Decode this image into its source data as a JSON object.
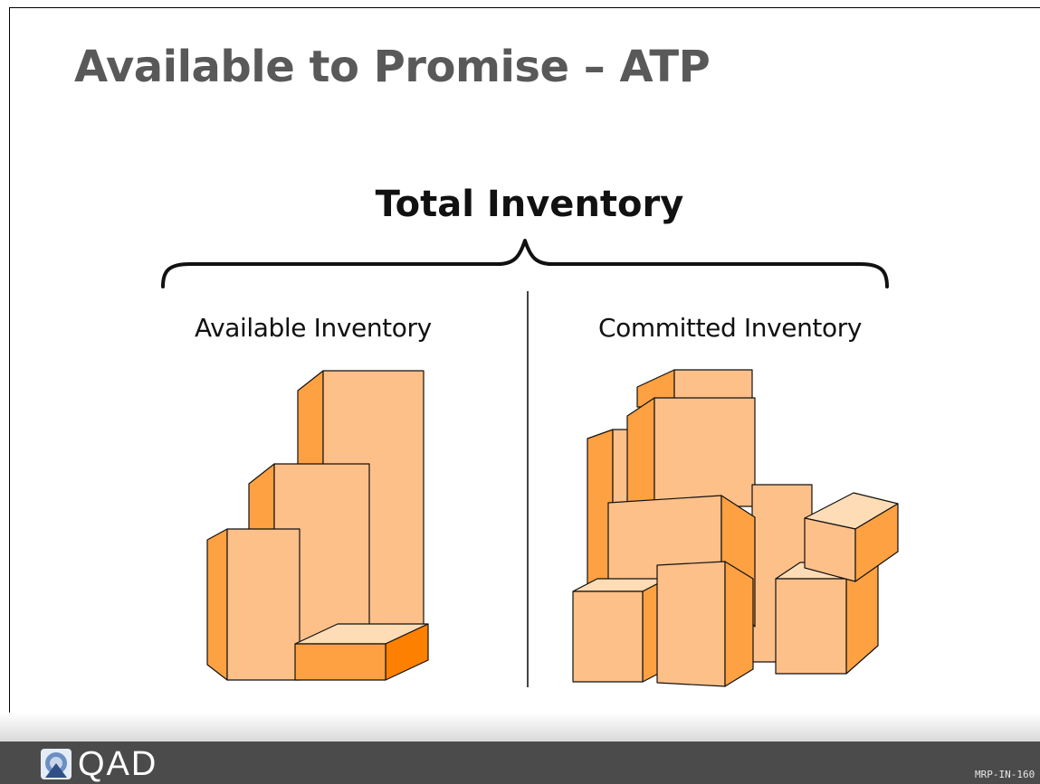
{
  "slide": {
    "title": "Available to Promise – ATP",
    "heading": "Total Inventory",
    "left_label": "Available Inventory",
    "right_label": "Committed Inventory",
    "logo_text": "QAD",
    "doc_code": "MRP-IN-160"
  },
  "colors": {
    "box_light": "#fec089",
    "box_mid": "#fda142",
    "box_dark": "#fe8000",
    "box_top": "#fedcb6",
    "title_gray": "#595959",
    "footer": "#4b4b4b"
  },
  "icons": [
    "brace-icon",
    "qad-logo-icon"
  ]
}
